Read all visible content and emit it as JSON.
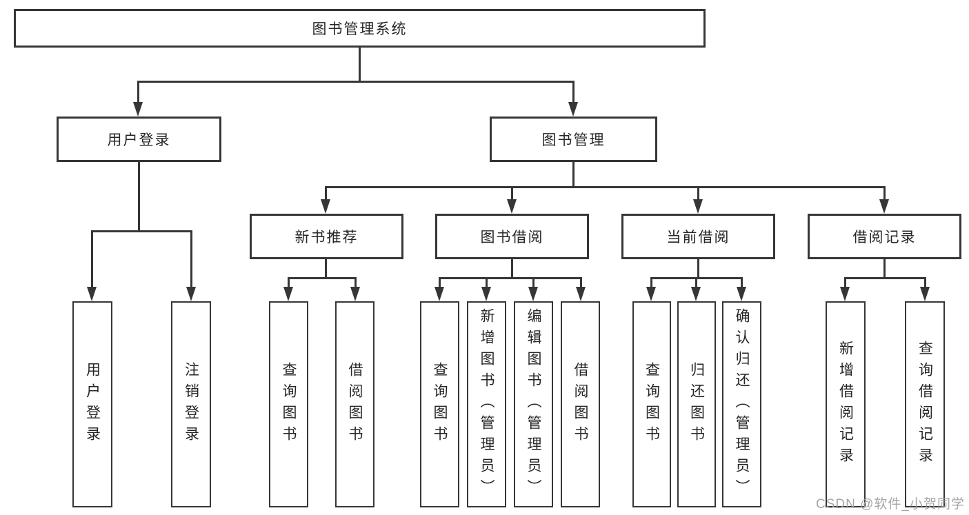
{
  "diagram": {
    "root": {
      "label": "图书管理系统"
    },
    "level2": [
      {
        "label": "用户登录"
      },
      {
        "label": "图书管理"
      }
    ],
    "level3": [
      {
        "label": "新书推荐"
      },
      {
        "label": "图书借阅"
      },
      {
        "label": "当前借阅"
      },
      {
        "label": "借阅记录"
      }
    ],
    "leaves": {
      "userLogin": [
        {
          "label": "用户登录"
        },
        {
          "label": "注销登录"
        }
      ],
      "newBook": [
        {
          "label": "查询图书"
        },
        {
          "label": "借阅图书"
        }
      ],
      "bookBorrow": [
        {
          "label": "查询图书"
        },
        {
          "label": "新增图书（管理员）"
        },
        {
          "label": "编辑图书（管理员）"
        },
        {
          "label": "借阅图书"
        }
      ],
      "currentBorrow": [
        {
          "label": "查询图书"
        },
        {
          "label": "归还图书"
        },
        {
          "label": "确认归还（管理员）"
        }
      ],
      "borrowRecord": [
        {
          "label": "新增借阅记录"
        },
        {
          "label": "查询借阅记录"
        }
      ]
    }
  },
  "watermark": {
    "text": "CSDN @软件_小贺同学"
  },
  "colors": {
    "line": "#363636",
    "text": "#262626",
    "watermark": "#9e9e9e",
    "background": "#ffffff"
  }
}
